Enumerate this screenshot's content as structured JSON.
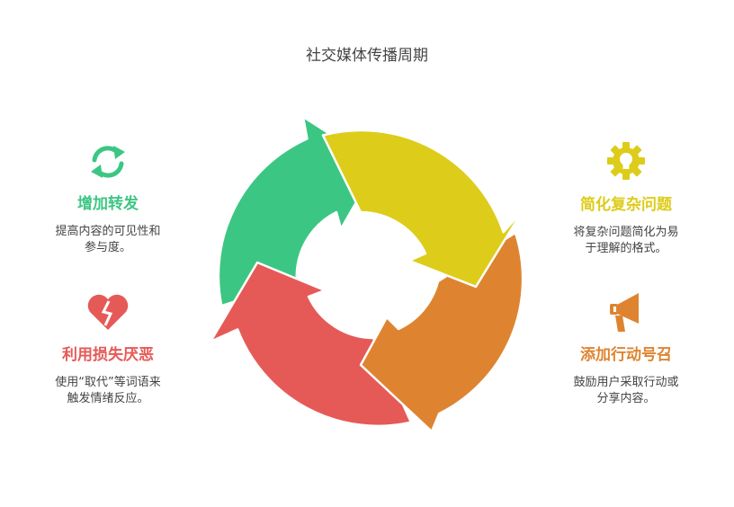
{
  "title": "社交媒体传播周期",
  "colors": {
    "green": "#3CC683",
    "yellow": "#DDCC1A",
    "orange": "#DE8431",
    "red": "#E55A57"
  },
  "items": [
    {
      "id": "tl",
      "heading": "增加转发",
      "desc_lines": [
        "提高内容的可见性和",
        "参与度。"
      ],
      "icon": "refresh-icon",
      "color": "#3CC683"
    },
    {
      "id": "bl",
      "heading": "利用损失厌恶",
      "desc_lines": [
        "使用“取代”等词语来",
        "触发情绪反应。"
      ],
      "icon": "broken-heart-icon",
      "color": "#E55A57"
    },
    {
      "id": "tr",
      "heading": "简化复杂问题",
      "desc_lines": [
        "将复杂问题简化为易",
        "于理解的格式。"
      ],
      "icon": "gear-bulb-icon",
      "color": "#DDCC1A"
    },
    {
      "id": "br",
      "heading": "添加行动号召",
      "desc_lines": [
        "鼓励用户采取行动或",
        "分享内容。"
      ],
      "icon": "megaphone-icon",
      "color": "#DE8431"
    }
  ]
}
